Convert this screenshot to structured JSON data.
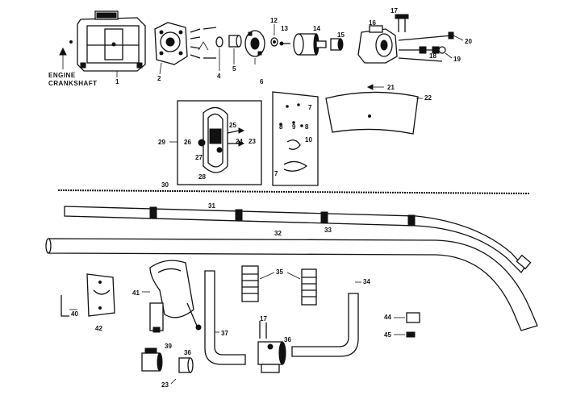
{
  "caption": {
    "line1": "ENGINE",
    "line2": "CRANKSHAFT"
  },
  "callouts": {
    "c1": "1",
    "c2": "2",
    "c4": "4",
    "c5": "5",
    "c6": "6",
    "c12": "12",
    "c13": "13",
    "c14": "14",
    "c15": "15",
    "c16": "16",
    "c17a": "17",
    "c17b": "17",
    "c18": "18",
    "c19": "19",
    "c20": "20",
    "c21": "21",
    "c22": "22",
    "c23a": "23",
    "c23b": "23",
    "c24": "24",
    "c25": "25",
    "c26": "26",
    "c27": "27",
    "c28": "28",
    "c29": "29",
    "c30": "30",
    "c31": "31",
    "c32": "32",
    "c33": "33",
    "c34": "34",
    "c35": "35",
    "c36a": "36",
    "c36b": "36",
    "c37": "37",
    "c39": "39",
    "c40": "40",
    "c41": "41",
    "c42": "42",
    "c44": "44",
    "c45": "45",
    "k7a": "7",
    "k7b": "7",
    "k8a": "8",
    "k8b": "8",
    "k9": "9",
    "k10": "10"
  }
}
